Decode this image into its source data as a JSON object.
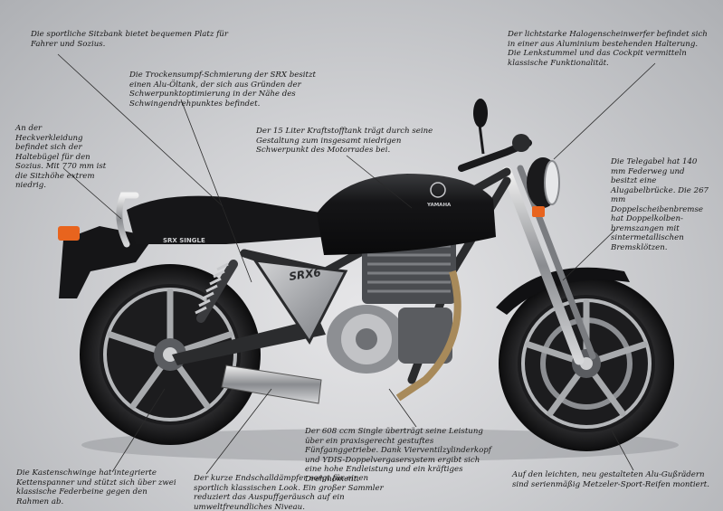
{
  "captions": {
    "seat": "Die sportliche Sitzbank bietet bequemen Platz für Fahrer und Sozius.",
    "oil": "Die Trockensumpf-Schmierung der SRX besitzt einen Alu-Öltank, der sich aus Gründen der Schwerpunktoptimierung in der Nähe des Schwingendrehpunktes befindet.",
    "headlight": "Der lichtstarke Halogenscheinwerfer befindet sich in einer aus Aluminium bestehenden Halterung. Die Lenkstummel und das Cockpit vermitteln klassische Funktionalität.",
    "rear": "An der Heckverkleidung befindet sich der Haltebügel für den Sozius. Mit 770 mm ist die Sitzhöhe extrem niedrig.",
    "tank": "Der 15 Liter Kraftstofftank trägt durch seine Gestaltung zum insgesamt niedrigen Schwerpunkt des Motorrades bei.",
    "fork": "Die Telegabel hat 140 mm Federweg und besitzt eine Alugabelbrücke. Die 267 mm Doppelscheibenbremse hat Doppelkolben-bremszangen mit sintermetallischen Bremsklötzen.",
    "engine": "Der 608 ccm Single überträgt seine Leistung über ein praxisgerecht gestuftes Fünfganggetriebe. Dank Vierventilzylinderkopf und YDIS-Doppelvergasersystem ergibt sich eine hohe Endleistung und ein kräftiges Drehmoment.",
    "swingarm": "Die Kastenschwinge hat integrierte Kettenspanner und stützt sich über zwei klassische Federbeine gegen den Rahmen ab.",
    "exhaust": "Der kurze Endschalldämpfer sorgt für einen sportlich klassischen Look. Ein großer Sammler reduziert das Auspuffgeräusch auf ein umweltfreundliches Niveau.",
    "wheels": "Auf den leichten, neu gestalteten Alu-Gußrädern sind serienmäßig Metzeler-Sport-Reifen montiert."
  },
  "bike": {
    "panel_badge": "SRX6",
    "tank_badge": "YAMAHA",
    "tail_badge": "SRX SINGLE"
  },
  "colors": {
    "body": "#141416",
    "frame": "#2a2b2d",
    "alloy": "#a9abae",
    "indicator": "#e8641e"
  }
}
